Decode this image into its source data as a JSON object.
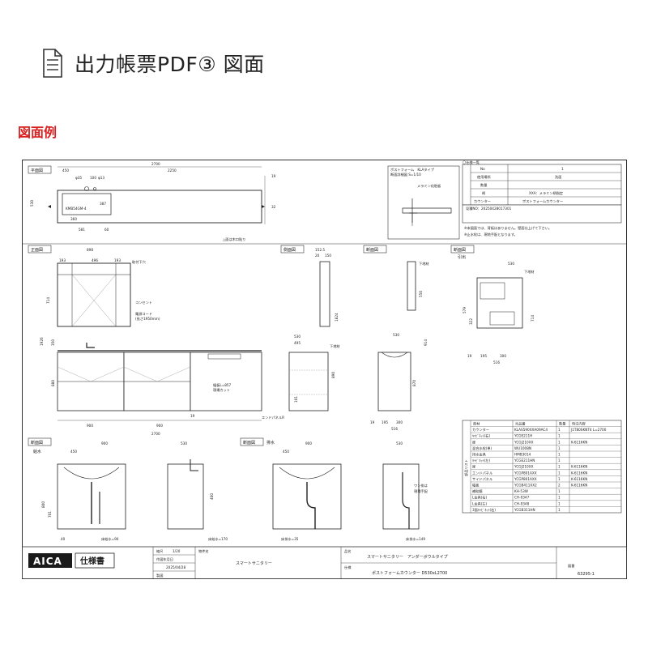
{
  "header": {
    "icon": "document-icon",
    "title": "出力帳票PDF③ 図面"
  },
  "section": {
    "title": "図面例"
  },
  "drawing": {
    "plan": {
      "label": "平面図",
      "dims": [
        "2700",
        "450",
        "2250",
        "19",
        "530",
        "φ35",
        "100",
        "φ13",
        "360",
        "387",
        "KMB54GM-4",
        "581",
        "60",
        "32"
      ],
      "note": "△面は木口貼り"
    },
    "detail": {
      "title": "ポストフォーム　KLAタイプ",
      "subtitle": "断面詳細図 S=1/10",
      "note": "メラミン化粧板"
    },
    "spec_table": {
      "caption": "〇仕様一覧",
      "rows": [
        [
          "No",
          "1"
        ],
        [
          "使用場所",
          "洗面"
        ],
        [
          "数量",
          ""
        ],
        [
          "柄",
          "XXA：メラミン柄指定"
        ],
        [
          "カウンター",
          "ポストフォームカウンター"
        ]
      ],
      "order_no": "見積NO：20250428017301",
      "notes": [
        "※本図面では、背板はありません。壁面仕上げて下さい。",
        "※止水栓は、現地手配となります。"
      ]
    },
    "front": {
      "label": "正面図",
      "dims": [
        "898",
        "193",
        "496",
        "193",
        "1926",
        "714",
        "350",
        "880",
        "900",
        "900",
        "2700",
        "19"
      ],
      "callouts": [
        "取付下穴",
        "コンセント",
        "電源コード",
        "(長さ1950mm)",
        "幅板L=857",
        "現場カット",
        "エンドパネルR"
      ]
    },
    "side": {
      "label": "側面図",
      "dims": [
        "152.5",
        "20",
        "150",
        "530",
        "495",
        "1824",
        "890",
        "101"
      ],
      "callout": "下地材"
    },
    "section1": {
      "label": "断面図",
      "dims": [
        "530",
        "550",
        "914",
        "870",
        "19",
        "195",
        "300",
        "516"
      ],
      "callout": "下地材"
    },
    "drawer": {
      "label": "断面図",
      "sublabel": "引出",
      "dims": [
        "530",
        "579",
        "714",
        "322",
        "19",
        "195",
        "300",
        "516"
      ],
      "callout": "下地材"
    },
    "bottom_sections": [
      {
        "label": "断面図",
        "sub": "給水",
        "dims": [
          "450",
          "900",
          "530",
          "40",
          "800",
          "701"
        ],
        "note": "床給水=90"
      },
      {
        "label": "",
        "sub": "",
        "dims": [
          "530",
          "400",
          "170"
        ],
        "note": "床給水=170"
      },
      {
        "label": "断面図",
        "sub": "排水",
        "dims": [
          "450",
          "900",
          "35"
        ],
        "note": "床排水=35"
      },
      {
        "label": "",
        "sub": "",
        "dims": [
          "530",
          "149"
        ],
        "note": "床排水=149"
      }
    ],
    "waste_note": [
      "ワン排は",
      "現場手配"
    ],
    "parts_table": {
      "headers": [
        "部材",
        "元品番",
        "数量",
        "特注内容"
      ],
      "side_label": "部品リスト",
      "rows": [
        [
          "カウンター",
          "KLAS590XXA09AC4",
          "1",
          "J1T80SKNT4 L=2700"
        ],
        [
          "ｷｬﾋﾞﾈｯﾄ(右)",
          "YCGE211H",
          "1",
          ""
        ],
        [
          "扉",
          "YCGJ210XX",
          "1",
          "K-6116KN"
        ],
        [
          "混合水栓(単)",
          "WU1008N",
          "1",
          ""
        ],
        [
          "排水金具",
          "HMB3014",
          "1",
          ""
        ],
        [
          "ｷｬﾋﾞﾈｯﾄ(左)",
          "YCGE211HN",
          "1",
          ""
        ],
        [
          "扉",
          "YCGJ210XX",
          "1",
          "K-6116KN"
        ],
        [
          "エンドパネル",
          "YCGP801AXX",
          "1",
          "K-6116KN"
        ],
        [
          "サイドパネル",
          "YCGP801AXX",
          "1",
          "K-6116KN"
        ],
        [
          "幅板",
          "YCGB411XX2",
          "2",
          "K-6116KN"
        ],
        [
          "補助鏡",
          "KH-53W",
          "1",
          ""
        ],
        [
          "L金具(右)",
          "CH-9347",
          "1",
          ""
        ],
        [
          "L金具(左)",
          "CH-9348",
          "1",
          ""
        ],
        [
          "3面ｷｬﾋﾞﾈｯﾄ(右)",
          "YCGB311HN",
          "1",
          ""
        ]
      ]
    },
    "title_block": {
      "logo": "AICA",
      "doc_type": "仕様書",
      "scale_label": "縮尺",
      "scale": "1/20",
      "date_label": "作図年月日",
      "date": "2025/04/28",
      "maker_label": "製図",
      "item_label": "物件名",
      "item": "スマートサニタリー",
      "product_label": "品名",
      "product": "スマートサニタリー　アンダーボウルタイプ",
      "spec_label": "仕様",
      "spec": "ポストフォームカウンター D530xL2700",
      "num_label": "図番",
      "num": "63295-1"
    }
  }
}
